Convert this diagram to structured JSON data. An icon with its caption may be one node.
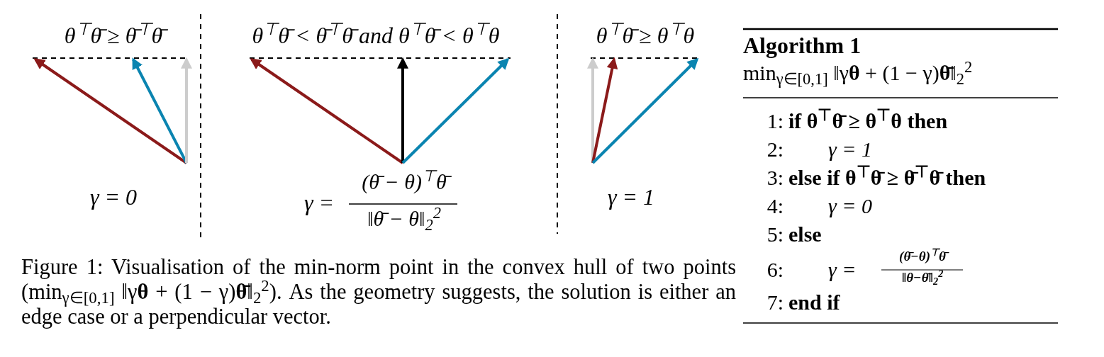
{
  "diagram": {
    "caption": "Figure 1: Visualisation of the min-norm point in the convex hull of two points (min$_{γ∈[0,1]}$ ‖γ**θ** + (1 − γ)**θ̄**‖$_{2}$$^{2}$). As the geometry suggests, the solution is either an edge case or a perpendicular vector.",
    "labels": [
      "θ$^{⊤}$θ̄ ≥ θ̄$^{⊤}$θ̄",
      "θ$^{⊤}$θ̄ < θ̄$^{⊤}$θ̄ and θ$^{⊤}$θ̄ < θ$^{⊤}$θ",
      "θ$^{⊤}$θ̄ ≥ θ$^{⊤}$θ",
      "γ = 0",
      "γ =",
      "(θ̄ − θ)$^{⊤}$θ̄",
      "‖θ̄ − θ‖$_{2}$$^{2}$",
      "γ = 1",
      "Algorithm 1",
      "min$_{γ∈[0,1]}$ ‖γ**θ** + (1 − γ)**θ̄**‖$_{2}$$^{2}$",
      "1:",
      "if θ$^{⊤}$θ̄ ≥ θ$^{⊤}$θ then",
      "2:",
      "γ = 1",
      "3:",
      "else if θ$^{⊤}$θ̄ ≥ θ̄$^{⊤}$θ̄ then",
      "4:",
      "γ = 0",
      "5:",
      "else",
      "6:",
      "γ =",
      "(θ̄−θ)$^{⊤}$θ̄",
      "‖θ−θ̄‖$_{2}$$^{2}$",
      "7:",
      "end if"
    ]
  }
}
